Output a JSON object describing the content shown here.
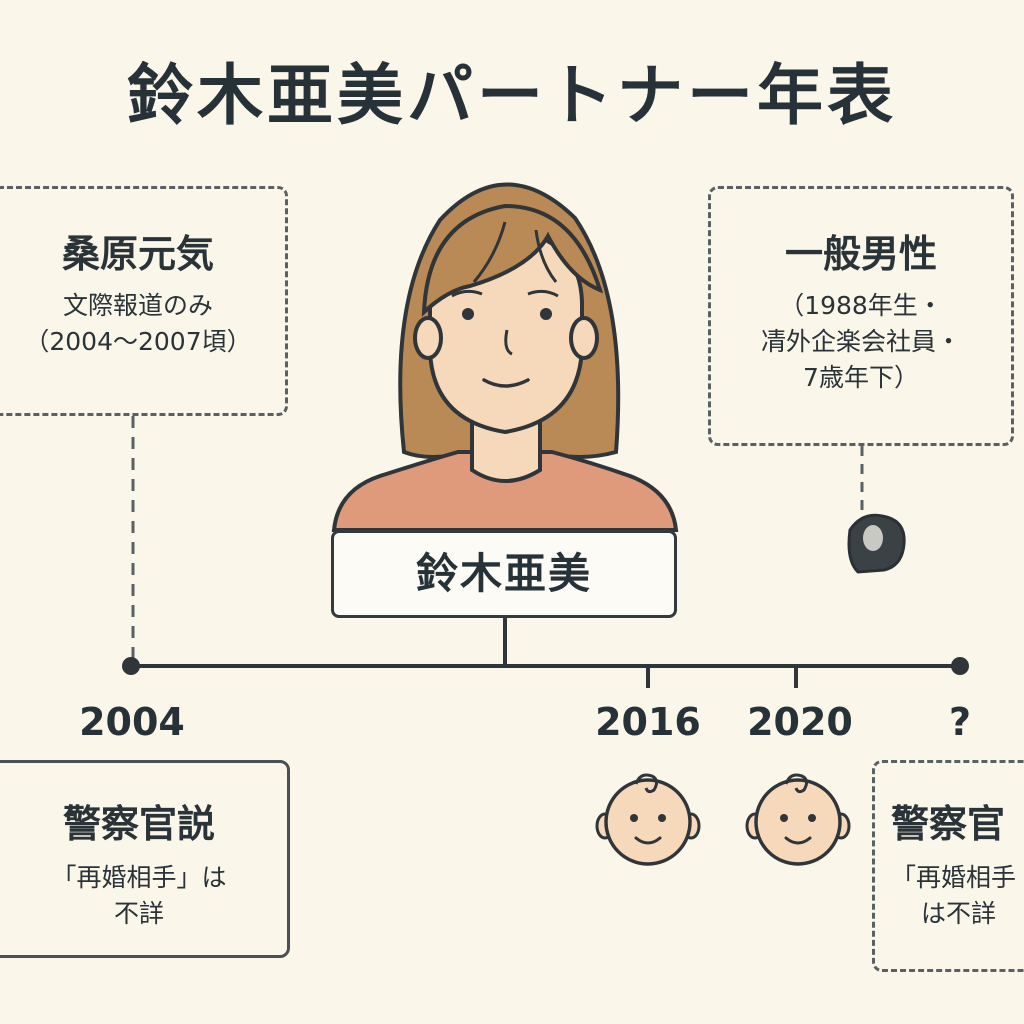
{
  "title": "鈴木亜美パートナー年表",
  "center_person": {
    "name": "鈴木亜美"
  },
  "partners": [
    {
      "name": "桑原元気",
      "lines": [
        "文際報道のみ",
        "（2004～2007頃）"
      ]
    },
    {
      "name": "一般男性",
      "lines": [
        "（1988年生・",
        "凊外企楽会社員・",
        "7歳年下）"
      ]
    },
    {
      "name": "警察官説",
      "lines": [
        "「再婚相手」は",
        "不詳"
      ]
    },
    {
      "name": "警察官",
      "lines": [
        "「再婚相手",
        "は不詳"
      ]
    }
  ],
  "timeline": {
    "years": [
      "2004",
      "2016",
      "2020",
      "?"
    ]
  },
  "colors": {
    "background": "#fbf6ea",
    "hair": "#b98a55",
    "skin": "#f6d8bb",
    "shirt": "#df9a7c",
    "line": "#2f3538"
  }
}
